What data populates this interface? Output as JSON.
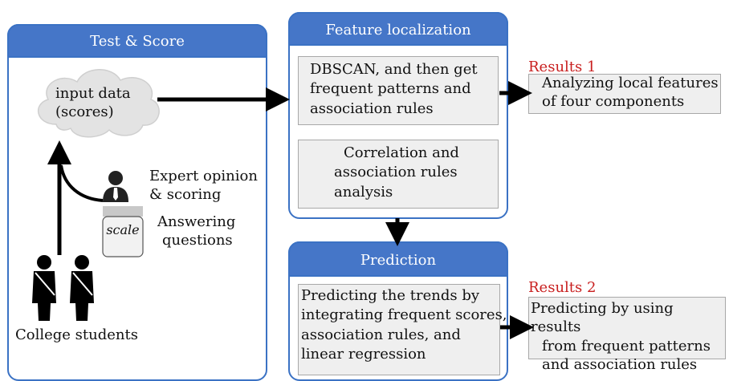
{
  "test_score": {
    "title": "Test & Score",
    "input_data": [
      "input data",
      "(scores)"
    ],
    "expert": [
      "Expert opinion",
      "& scoring"
    ],
    "answering": [
      "Answering",
      "questions"
    ],
    "scale_label": "scale",
    "students_label": "College students"
  },
  "feature_localization": {
    "title": "Feature localization",
    "box1": [
      "DBSCAN, and then get",
      "frequent patterns and",
      "association rules"
    ],
    "box2": [
      "Correlation and",
      "association rules",
      "analysis"
    ]
  },
  "prediction": {
    "title": "Prediction",
    "box": [
      "Predicting the trends by",
      "integrating frequent scores,",
      "association rules, and",
      "linear regression"
    ]
  },
  "results1": {
    "label": "Results 1",
    "text": [
      "Analyzing local features",
      "of four components"
    ]
  },
  "results2": {
    "label": "Results 2",
    "text": [
      "Predicting by using results",
      "from frequent patterns",
      "and association rules"
    ]
  },
  "colors": {
    "panel_blue": "#4576c8",
    "results_red": "#c81e1e",
    "box_gray": "#efefef"
  }
}
